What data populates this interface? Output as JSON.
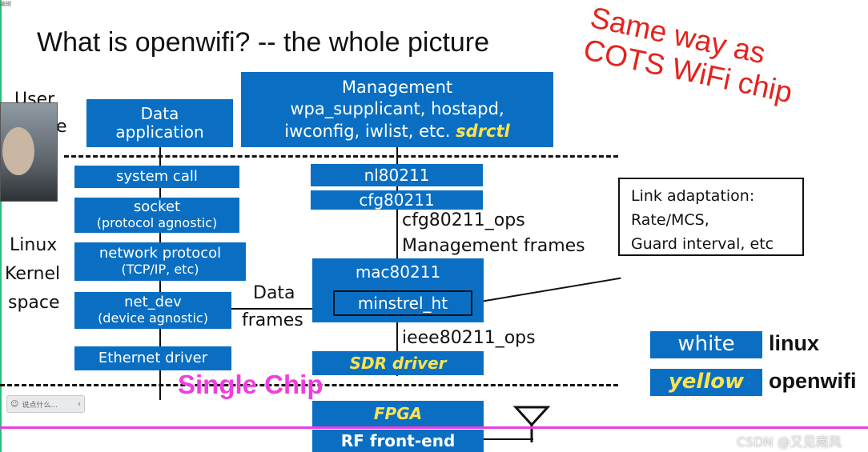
{
  "title": "What is openwifi? -- the whole picture",
  "note": {
    "line1": "Same way as",
    "line2": "COTS WiFi chip"
  },
  "side_labels": {
    "user_partial": "User",
    "user_partial2": "e",
    "linux": "Linux",
    "kernel": "Kernel",
    "space": "space"
  },
  "boxes": {
    "data_app": {
      "line1": "Data",
      "line2": "application"
    },
    "management": {
      "line1": "Management",
      "line2": "wpa_supplicant, hostapd,",
      "line3": "iwconfig, iwlist, etc.",
      "line3_highlight": "sdrctl"
    },
    "system_call": "system call",
    "socket": {
      "line1": "socket",
      "line2": "(protocol agnostic)"
    },
    "network_protocol": {
      "line1": "network protocol",
      "line2": "(TCP/IP, etc)"
    },
    "net_dev": {
      "line1": "net_dev",
      "line2": "(device agnostic)"
    },
    "ethernet_driver": "Ethernet driver",
    "nl80211": "nl80211",
    "cfg80211": "cfg80211",
    "mac80211": "mac80211",
    "minstrel": "minstrel_ht",
    "sdr_driver": "SDR driver",
    "fpga": "FPGA",
    "rf_frontend": "RF front-end"
  },
  "labels": {
    "cfg80211_ops": "cfg80211_ops",
    "management_frames": "Management frames",
    "data": "Data",
    "frames": "frames",
    "ieee80211_ops": "ieee80211_ops"
  },
  "link_adaptation": {
    "line1": "Link adaptation:",
    "line2": "Rate/MCS,",
    "line3": "Guard interval, etc"
  },
  "legend": {
    "white_key": "white",
    "white_val": "linux",
    "yellow_key": "yellow",
    "yellow_val": "openwifi"
  },
  "single_chip": "Single Chip",
  "chat_placeholder": "说点什么...",
  "corner_tab": "编辑",
  "watermark": "CSDN @又见南风",
  "colors": {
    "box_blue": "#0a6fc2",
    "highlight_yellow": "#ffe34d",
    "note_red": "#e3231d",
    "chip_magenta": "#f03de0"
  }
}
